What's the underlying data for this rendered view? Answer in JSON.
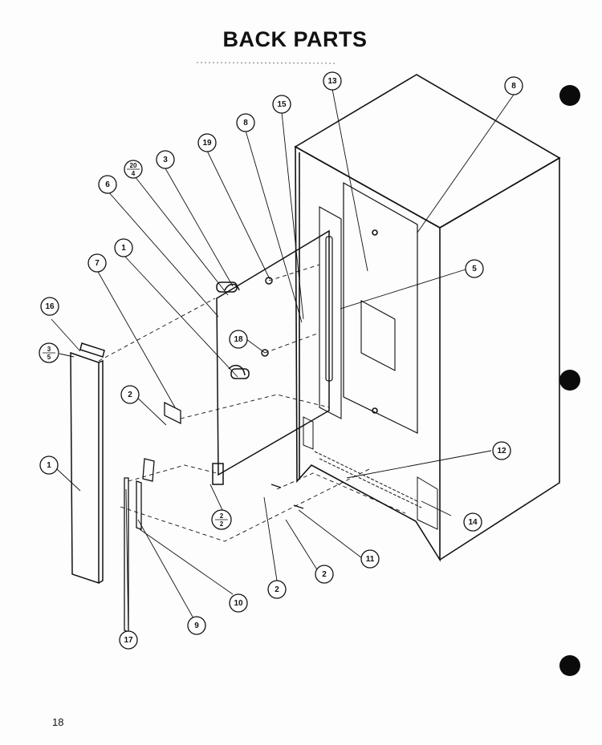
{
  "title": "BACK PARTS",
  "page_number": "18",
  "callouts": [
    {
      "id": "c13",
      "label": "13"
    },
    {
      "id": "c8a",
      "label": "8"
    },
    {
      "id": "c15",
      "label": "15"
    },
    {
      "id": "c8b",
      "label": "8"
    },
    {
      "id": "c19",
      "label": "19"
    },
    {
      "id": "c3",
      "label": "3"
    },
    {
      "id": "c20",
      "label": "20",
      "sub": "4"
    },
    {
      "id": "c6",
      "label": "6"
    },
    {
      "id": "c1a",
      "label": "1"
    },
    {
      "id": "c7",
      "label": "7"
    },
    {
      "id": "c16a",
      "label": "16"
    },
    {
      "id": "c3b",
      "label": "3",
      "sub": "5"
    },
    {
      "id": "c18",
      "label": "18"
    },
    {
      "id": "c2a",
      "label": "2"
    },
    {
      "id": "c5",
      "label": "5"
    },
    {
      "id": "c1b",
      "label": "1"
    },
    {
      "id": "c12",
      "label": "12"
    },
    {
      "id": "c2b",
      "label": "2",
      "sub": "2"
    },
    {
      "id": "c14",
      "label": "14"
    },
    {
      "id": "c11",
      "label": "11"
    },
    {
      "id": "c2c",
      "label": "2"
    },
    {
      "id": "c2d",
      "label": "2"
    },
    {
      "id": "c10",
      "label": "10"
    },
    {
      "id": "c9",
      "label": "9"
    },
    {
      "id": "c17",
      "label": "17"
    }
  ]
}
